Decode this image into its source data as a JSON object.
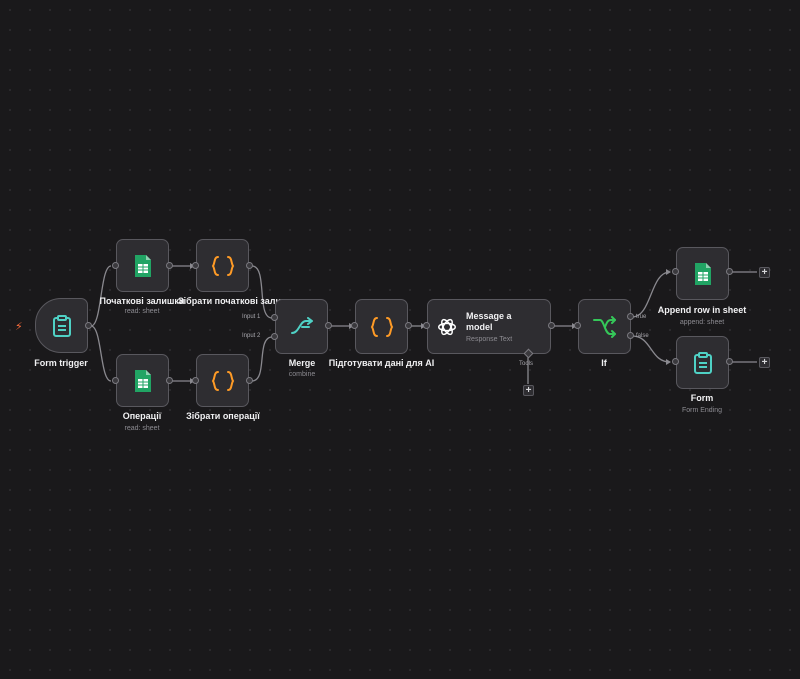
{
  "nodes": {
    "form_trigger": {
      "title": "Form trigger"
    },
    "initial_balances": {
      "title": "Початкові залишки",
      "subtitle": "read: sheet"
    },
    "collect_initial": {
      "title": "Зібрати початкові залишки"
    },
    "operations": {
      "title": "Операції",
      "subtitle": "read: sheet"
    },
    "collect_operations": {
      "title": "Зібрати операції"
    },
    "merge": {
      "title": "Merge",
      "subtitle": "combine",
      "input1": "Input 1",
      "input2": "Input 2"
    },
    "prepare_ai": {
      "title": "Підготувати дані для AI"
    },
    "message_model": {
      "title": "Message a model",
      "subtitle": "Response Text",
      "tools": "Tools"
    },
    "if": {
      "title": "If",
      "true_label": "true",
      "false_label": "false"
    },
    "append_row": {
      "title": "Append row in sheet",
      "subtitle": "append: sheet"
    },
    "form": {
      "title": "Form",
      "subtitle": "Form Ending"
    }
  },
  "icons": {
    "trigger": "lightning-icon",
    "form_trigger": "clipboard-icon",
    "sheets": "google-sheets-icon",
    "code": "curly-braces-icon",
    "merge": "merge-icon",
    "openai": "openai-icon",
    "if": "branch-icon",
    "plus": "+"
  },
  "colors": {
    "background": "#1a191b",
    "node_fill": "#2e2d31",
    "node_border": "#59585e",
    "edge": "#8a898f",
    "sheets_green": "#21a464",
    "code_orange": "#ff9b26",
    "teal": "#4fd1c5",
    "if_green": "#35c759",
    "trigger_orange": "#ff6d3a"
  }
}
